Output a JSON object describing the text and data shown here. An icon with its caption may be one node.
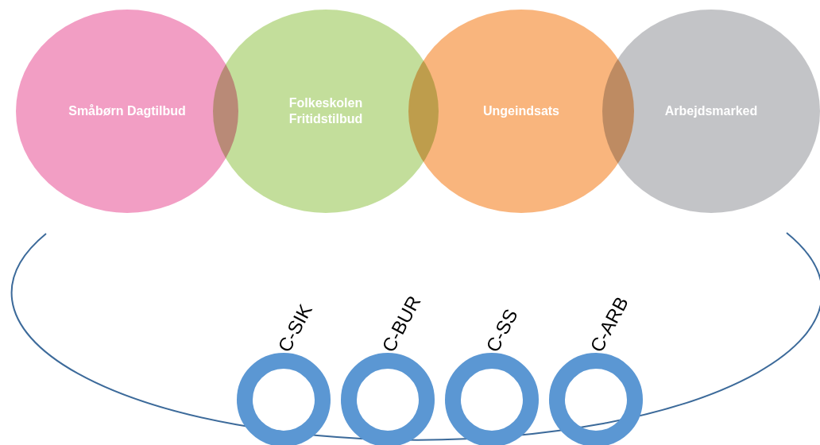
{
  "diagram": {
    "nodes": [
      {
        "text": [
          "Småbørn Dagtilbud"
        ]
      },
      {
        "text": [
          "Folkeskolen Fritidstilbud"
        ]
      },
      {
        "text": [
          "Ungeindsats"
        ]
      },
      {
        "text": [
          "Arbejdsmarked"
        ]
      },
      {
        "text": [],
        "shape": "circle",
        "beside": [
          "C-SIK"
        ]
      },
      {
        "text": [],
        "shape": "circle",
        "beside": [
          "C-BUR"
        ]
      },
      {
        "text": [],
        "shape": "circle",
        "beside": [
          "C-SS"
        ]
      },
      {
        "text": [],
        "shape": "circle",
        "beside": [
          "C-ARB"
        ]
      }
    ],
    "edges": []
  }
}
